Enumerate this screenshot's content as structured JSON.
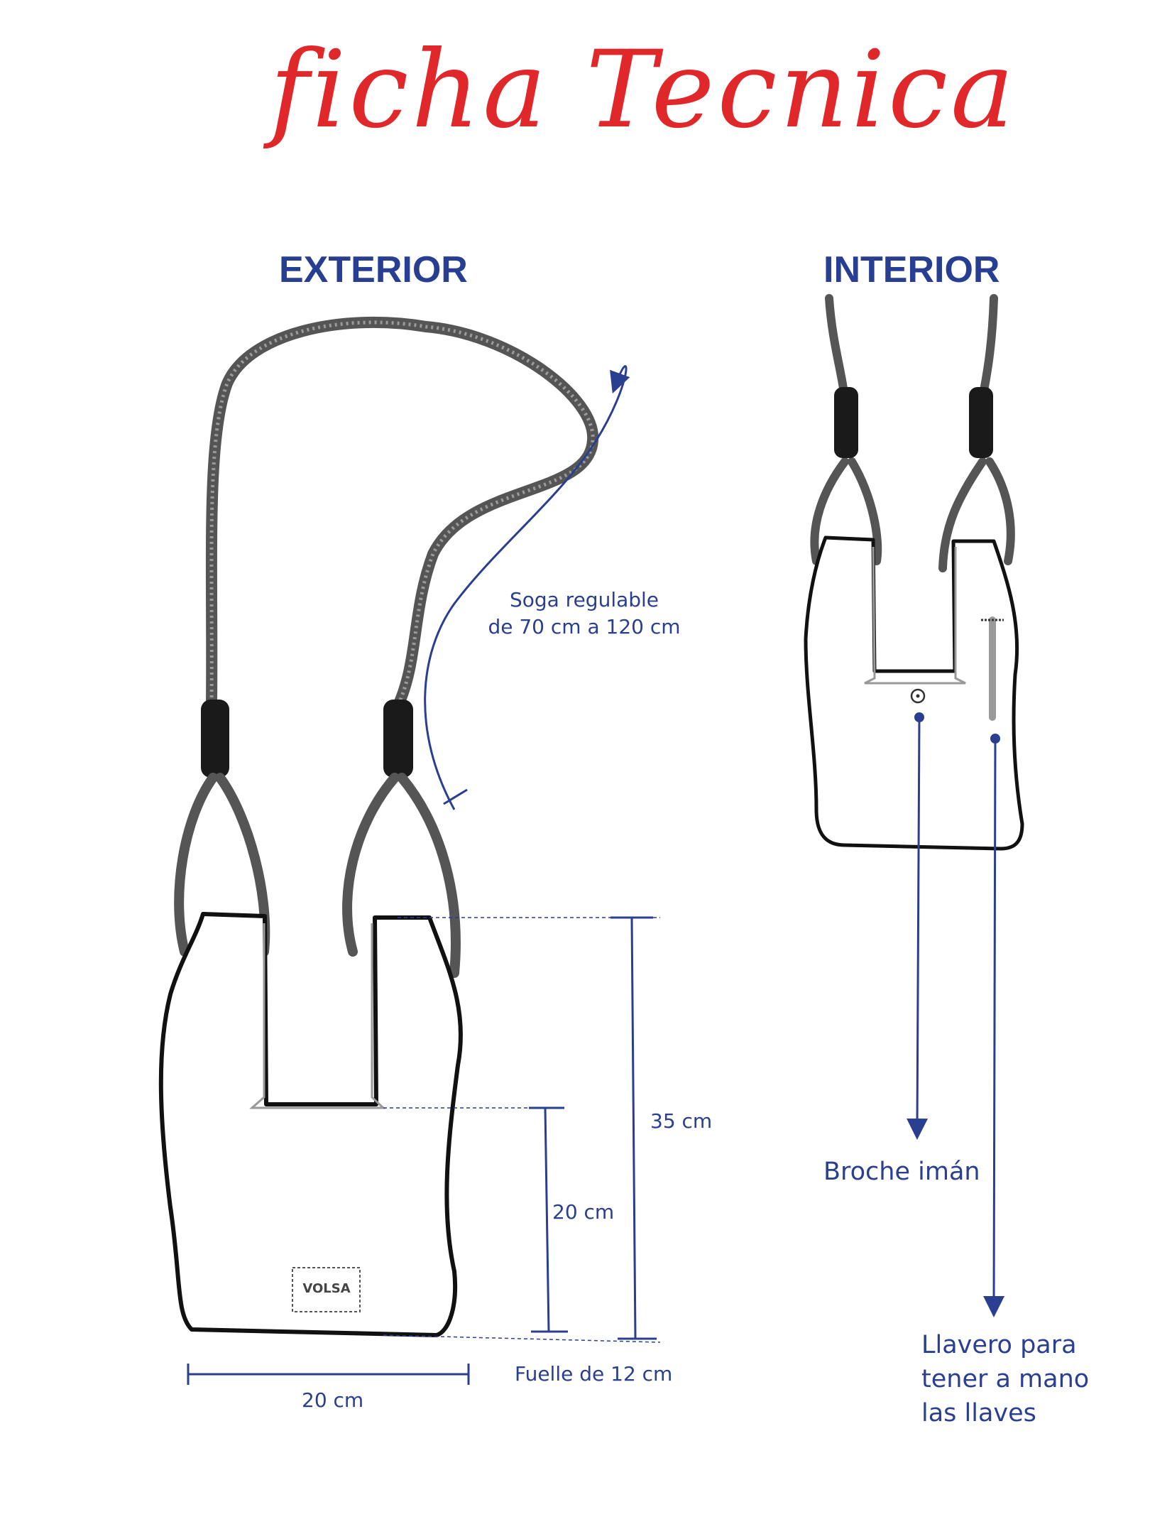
{
  "title": "ficha Tecnica",
  "headings": {
    "exterior": "EXTERIOR",
    "interior": "INTERIOR"
  },
  "exterior": {
    "rope_label_1": "Soga regulable",
    "rope_label_2": "de 70 cm a 120 cm",
    "height_total": "35 cm",
    "height_body": "20 cm",
    "width": "20 cm",
    "gusset": "Fuelle de 12 cm",
    "brand_tag": "VOLSA"
  },
  "interior": {
    "magnet_label": "Broche imán",
    "keyring_line_1": "Llavero para",
    "keyring_line_2": "tener a mano",
    "keyring_line_3": "las llaves"
  },
  "colors": {
    "title": "#e0282a",
    "accent": "#283e92",
    "rope": "#555555",
    "ink": "#111111"
  }
}
